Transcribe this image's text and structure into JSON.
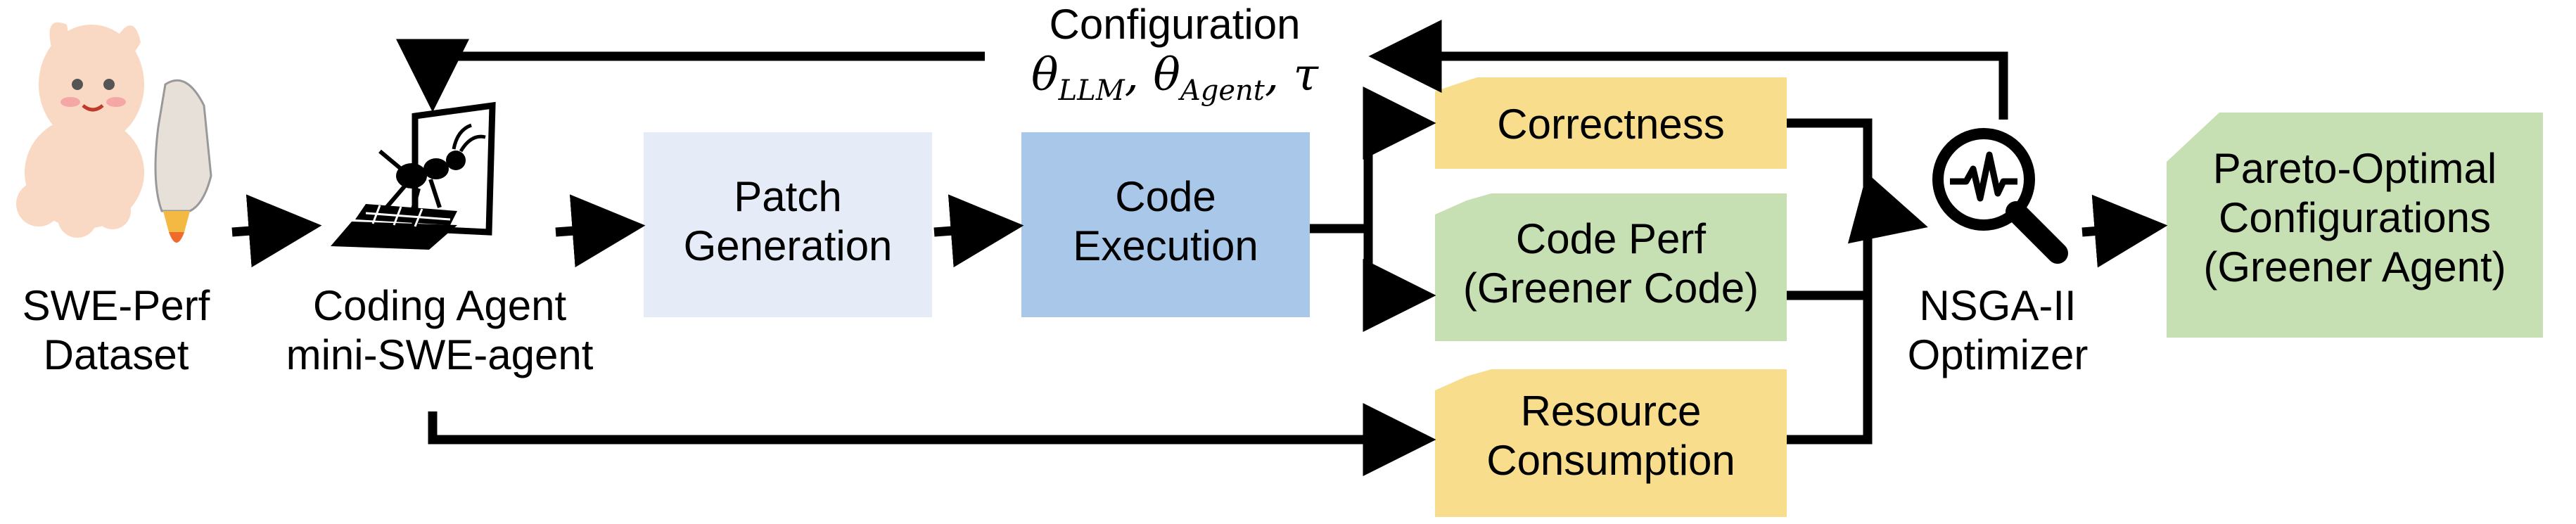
{
  "nodes": {
    "dataset": {
      "line1": "SWE-Perf",
      "line2": "Dataset"
    },
    "agent": {
      "line1": "Coding Agent",
      "line2": "mini-SWE-agent"
    },
    "patch": {
      "line1": "Patch",
      "line2": "Generation"
    },
    "execution": {
      "line1": "Code",
      "line2": "Execution"
    },
    "correctness": {
      "label": "Correctness"
    },
    "codeperf": {
      "line1": "Code Perf",
      "line2": "(Greener Code)"
    },
    "resource": {
      "line1": "Resource",
      "line2": "Consumption"
    },
    "optimizer": {
      "line1": "NSGA-II",
      "line2": "Optimizer"
    },
    "pareto": {
      "line1": "Pareto-Optimal",
      "line2": "Configurations",
      "line3": "(Greener Agent)"
    }
  },
  "config": {
    "title": "Configuration",
    "theta": "θ",
    "sub_llm": "LLM",
    "sub_agent": "Agent",
    "comma": ",",
    "tau": "τ"
  },
  "colors": {
    "patch_fill": "#e6ecf7",
    "execution_fill": "#a9c7e8",
    "metric_yellow": "#f7dd8c",
    "metric_green": "#c6e0b4",
    "arrow": "#000000"
  },
  "icons": [
    "llama-rocket-icon",
    "ant-computer-icon",
    "magnifier-waveform-icon"
  ]
}
